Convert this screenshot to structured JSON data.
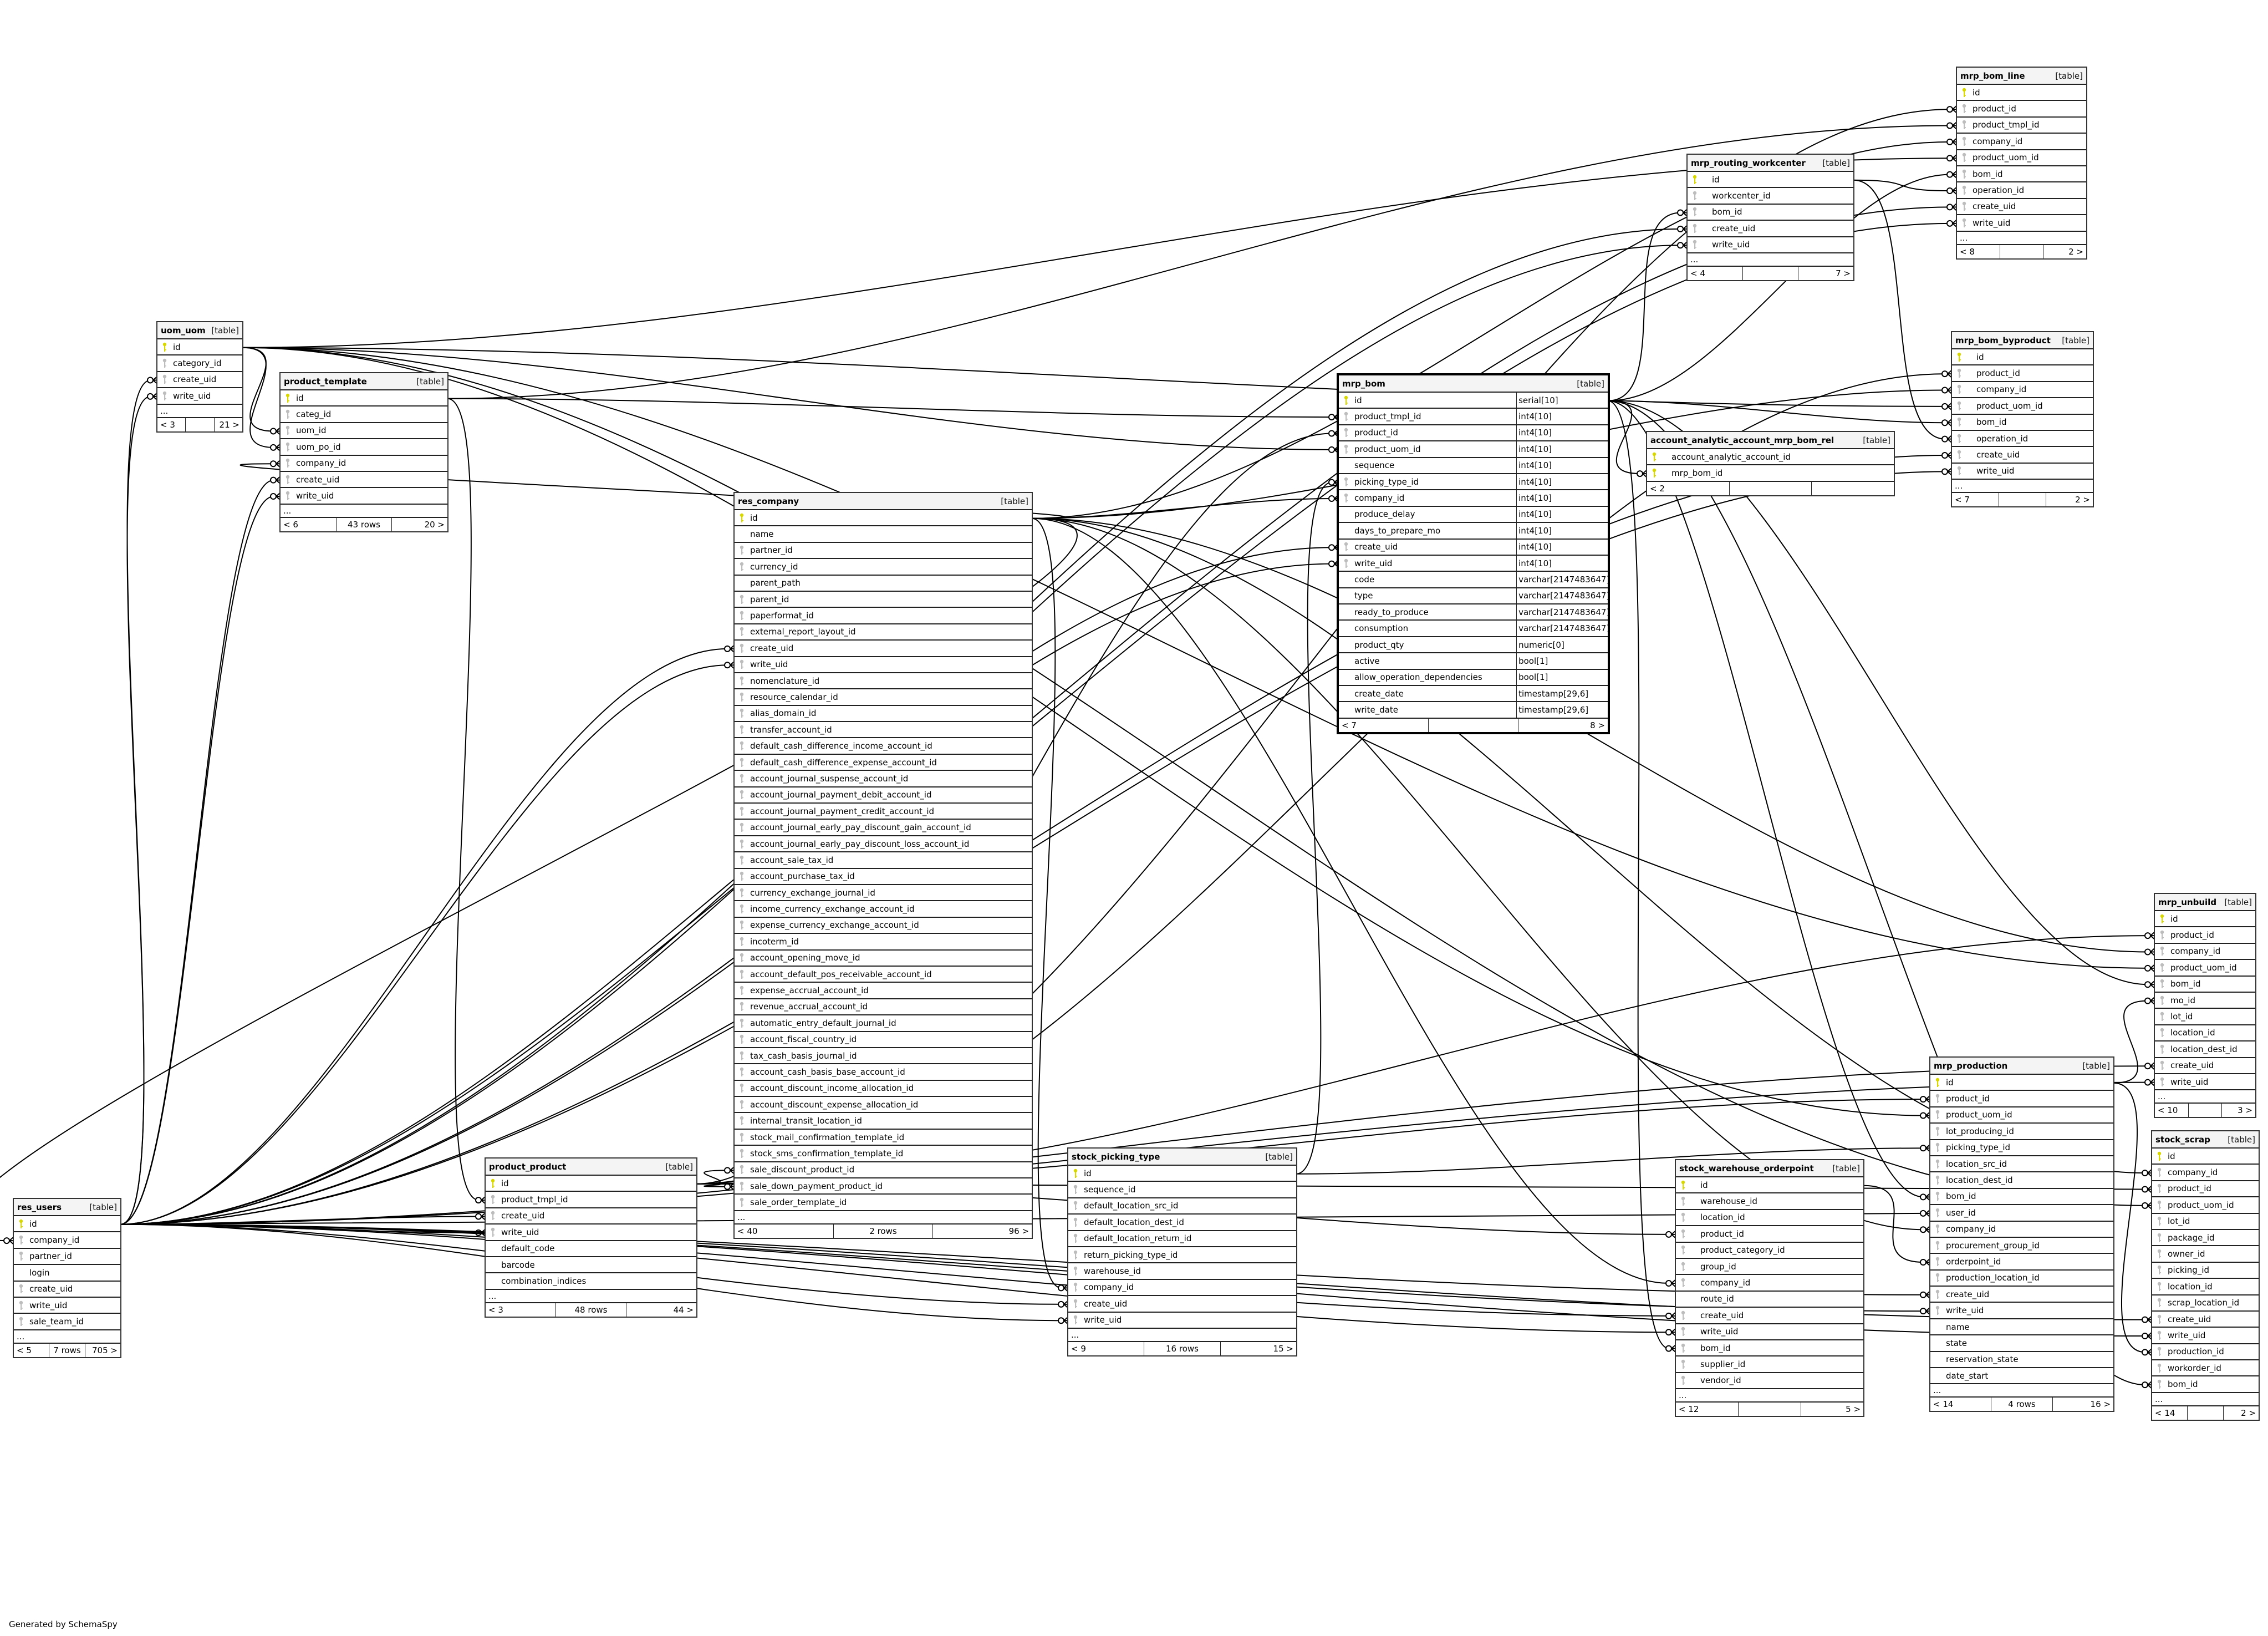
{
  "colors": {
    "pk_key": "#d8d800",
    "fk_key": "#bdbdbd",
    "header_bg": "#f4f4f4"
  },
  "generated_by": "Generated by SchemaSpy",
  "tables": {
    "uom_uom": {
      "name": "uom_uom",
      "kind": "[table]",
      "columns": [
        {
          "name": "id",
          "key": "pk"
        },
        {
          "name": "category_id",
          "key": "fk"
        },
        {
          "name": "create_uid",
          "key": "fk"
        },
        {
          "name": "write_uid",
          "key": "fk"
        }
      ],
      "more": "...",
      "footer": {
        "left": "< 3",
        "mid": "",
        "right": "21 >"
      }
    },
    "product_template": {
      "name": "product_template",
      "kind": "[table]",
      "columns": [
        {
          "name": "id",
          "key": "pk"
        },
        {
          "name": "categ_id",
          "key": "fk"
        },
        {
          "name": "uom_id",
          "key": "fk"
        },
        {
          "name": "uom_po_id",
          "key": "fk"
        },
        {
          "name": "company_id",
          "key": "fk"
        },
        {
          "name": "create_uid",
          "key": "fk"
        },
        {
          "name": "write_uid",
          "key": "fk"
        }
      ],
      "more": "...",
      "footer": {
        "left": "< 6",
        "mid": "43 rows",
        "right": "20 >"
      }
    },
    "res_users": {
      "name": "res_users",
      "kind": "[table]",
      "columns": [
        {
          "name": "id",
          "key": "pk"
        },
        {
          "name": "company_id",
          "key": "fk"
        },
        {
          "name": "partner_id",
          "key": "fk"
        },
        {
          "name": "login",
          "key": ""
        },
        {
          "name": "create_uid",
          "key": "fk"
        },
        {
          "name": "write_uid",
          "key": "fk"
        },
        {
          "name": "sale_team_id",
          "key": "fk"
        }
      ],
      "more": "...",
      "footer": {
        "left": "< 5",
        "mid": "7 rows",
        "right": "705 >"
      }
    },
    "product_product": {
      "name": "product_product",
      "kind": "[table]",
      "columns": [
        {
          "name": "id",
          "key": "pk"
        },
        {
          "name": "product_tmpl_id",
          "key": "fk"
        },
        {
          "name": "create_uid",
          "key": "fk"
        },
        {
          "name": "write_uid",
          "key": "fk"
        },
        {
          "name": "default_code",
          "key": ""
        },
        {
          "name": "barcode",
          "key": ""
        },
        {
          "name": "combination_indices",
          "key": ""
        }
      ],
      "more": "...",
      "footer": {
        "left": "< 3",
        "mid": "48 rows",
        "right": "44 >"
      }
    },
    "res_company": {
      "name": "res_company",
      "kind": "[table]",
      "columns": [
        {
          "name": "id",
          "key": "pk"
        },
        {
          "name": "name",
          "key": ""
        },
        {
          "name": "partner_id",
          "key": "fk"
        },
        {
          "name": "currency_id",
          "key": "fk"
        },
        {
          "name": "parent_path",
          "key": ""
        },
        {
          "name": "parent_id",
          "key": "fk"
        },
        {
          "name": "paperformat_id",
          "key": "fk"
        },
        {
          "name": "external_report_layout_id",
          "key": "fk"
        },
        {
          "name": "create_uid",
          "key": "fk"
        },
        {
          "name": "write_uid",
          "key": "fk"
        },
        {
          "name": "nomenclature_id",
          "key": "fk"
        },
        {
          "name": "resource_calendar_id",
          "key": "fk"
        },
        {
          "name": "alias_domain_id",
          "key": "fk"
        },
        {
          "name": "transfer_account_id",
          "key": "fk"
        },
        {
          "name": "default_cash_difference_income_account_id",
          "key": "fk"
        },
        {
          "name": "default_cash_difference_expense_account_id",
          "key": "fk"
        },
        {
          "name": "account_journal_suspense_account_id",
          "key": "fk"
        },
        {
          "name": "account_journal_payment_debit_account_id",
          "key": "fk"
        },
        {
          "name": "account_journal_payment_credit_account_id",
          "key": "fk"
        },
        {
          "name": "account_journal_early_pay_discount_gain_account_id",
          "key": "fk"
        },
        {
          "name": "account_journal_early_pay_discount_loss_account_id",
          "key": "fk"
        },
        {
          "name": "account_sale_tax_id",
          "key": "fk"
        },
        {
          "name": "account_purchase_tax_id",
          "key": "fk"
        },
        {
          "name": "currency_exchange_journal_id",
          "key": "fk"
        },
        {
          "name": "income_currency_exchange_account_id",
          "key": "fk"
        },
        {
          "name": "expense_currency_exchange_account_id",
          "key": "fk"
        },
        {
          "name": "incoterm_id",
          "key": "fk"
        },
        {
          "name": "account_opening_move_id",
          "key": "fk"
        },
        {
          "name": "account_default_pos_receivable_account_id",
          "key": "fk"
        },
        {
          "name": "expense_accrual_account_id",
          "key": "fk"
        },
        {
          "name": "revenue_accrual_account_id",
          "key": "fk"
        },
        {
          "name": "automatic_entry_default_journal_id",
          "key": "fk"
        },
        {
          "name": "account_fiscal_country_id",
          "key": "fk"
        },
        {
          "name": "tax_cash_basis_journal_id",
          "key": "fk"
        },
        {
          "name": "account_cash_basis_base_account_id",
          "key": "fk"
        },
        {
          "name": "account_discount_income_allocation_id",
          "key": "fk"
        },
        {
          "name": "account_discount_expense_allocation_id",
          "key": "fk"
        },
        {
          "name": "internal_transit_location_id",
          "key": "fk"
        },
        {
          "name": "stock_mail_confirmation_template_id",
          "key": "fk"
        },
        {
          "name": "stock_sms_confirmation_template_id",
          "key": "fk"
        },
        {
          "name": "sale_discount_product_id",
          "key": "fk"
        },
        {
          "name": "sale_down_payment_product_id",
          "key": "fk"
        },
        {
          "name": "sale_order_template_id",
          "key": "fk"
        }
      ],
      "more": "...",
      "footer": {
        "left": "< 40",
        "mid": "2 rows",
        "right": "96 >"
      }
    },
    "mrp_bom": {
      "name": "mrp_bom",
      "kind": "[table]",
      "focus": true,
      "columns": [
        {
          "name": "id",
          "key": "pk",
          "type": "serial[10]"
        },
        {
          "name": "product_tmpl_id",
          "key": "fk",
          "type": "int4[10]"
        },
        {
          "name": "product_id",
          "key": "fk",
          "type": "int4[10]"
        },
        {
          "name": "product_uom_id",
          "key": "fk",
          "type": "int4[10]"
        },
        {
          "name": "sequence",
          "key": "",
          "type": "int4[10]"
        },
        {
          "name": "picking_type_id",
          "key": "fk",
          "type": "int4[10]"
        },
        {
          "name": "company_id",
          "key": "fk",
          "type": "int4[10]"
        },
        {
          "name": "produce_delay",
          "key": "",
          "type": "int4[10]"
        },
        {
          "name": "days_to_prepare_mo",
          "key": "",
          "type": "int4[10]"
        },
        {
          "name": "create_uid",
          "key": "fk",
          "type": "int4[10]"
        },
        {
          "name": "write_uid",
          "key": "fk",
          "type": "int4[10]"
        },
        {
          "name": "code",
          "key": "",
          "type": "varchar[2147483647]"
        },
        {
          "name": "type",
          "key": "",
          "type": "varchar[2147483647]"
        },
        {
          "name": "ready_to_produce",
          "key": "",
          "type": "varchar[2147483647]"
        },
        {
          "name": "consumption",
          "key": "",
          "type": "varchar[2147483647]"
        },
        {
          "name": "product_qty",
          "key": "",
          "type": "numeric[0]"
        },
        {
          "name": "active",
          "key": "",
          "type": "bool[1]"
        },
        {
          "name": "allow_operation_dependencies",
          "key": "",
          "type": "bool[1]"
        },
        {
          "name": "create_date",
          "key": "",
          "type": "timestamp[29,6]"
        },
        {
          "name": "write_date",
          "key": "",
          "type": "timestamp[29,6]"
        }
      ],
      "footer": {
        "left": "< 7",
        "mid": "",
        "right": "8 >"
      }
    },
    "account_analytic_account_mrp_bom_rel": {
      "name": "account_analytic_account_mrp_bom_rel",
      "kind": "[table]",
      "indent": true,
      "columns": [
        {
          "name": "account_analytic_account_id",
          "key": "pk"
        },
        {
          "name": "mrp_bom_id",
          "key": "pk"
        }
      ],
      "footer": {
        "left": "< 2",
        "mid": "",
        "right": ""
      }
    },
    "mrp_routing_workcenter": {
      "name": "mrp_routing_workcenter",
      "kind": "[table]",
      "indent": true,
      "columns": [
        {
          "name": "id",
          "key": "pk"
        },
        {
          "name": "workcenter_id",
          "key": "fk"
        },
        {
          "name": "bom_id",
          "key": "fk"
        },
        {
          "name": "create_uid",
          "key": "fk"
        },
        {
          "name": "write_uid",
          "key": "fk"
        }
      ],
      "more": "...",
      "footer": {
        "left": "< 4",
        "mid": "",
        "right": "7 >"
      }
    },
    "mrp_bom_line": {
      "name": "mrp_bom_line",
      "kind": "[table]",
      "columns": [
        {
          "name": "id",
          "key": "pk"
        },
        {
          "name": "product_id",
          "key": "fk"
        },
        {
          "name": "product_tmpl_id",
          "key": "fk"
        },
        {
          "name": "company_id",
          "key": "fk"
        },
        {
          "name": "product_uom_id",
          "key": "fk"
        },
        {
          "name": "bom_id",
          "key": "fk"
        },
        {
          "name": "operation_id",
          "key": "fk"
        },
        {
          "name": "create_uid",
          "key": "fk"
        },
        {
          "name": "write_uid",
          "key": "fk"
        }
      ],
      "more": "...",
      "footer": {
        "left": "< 8",
        "mid": "",
        "right": "2 >"
      }
    },
    "mrp_bom_byproduct": {
      "name": "mrp_bom_byproduct",
      "kind": "[table]",
      "indent": true,
      "columns": [
        {
          "name": "id",
          "key": "pk"
        },
        {
          "name": "product_id",
          "key": "fk"
        },
        {
          "name": "company_id",
          "key": "fk"
        },
        {
          "name": "product_uom_id",
          "key": "fk"
        },
        {
          "name": "bom_id",
          "key": "fk"
        },
        {
          "name": "operation_id",
          "key": "fk"
        },
        {
          "name": "create_uid",
          "key": "fk"
        },
        {
          "name": "write_uid",
          "key": "fk"
        }
      ],
      "more": "...",
      "footer": {
        "left": "< 7",
        "mid": "",
        "right": "2 >"
      }
    },
    "mrp_unbuild": {
      "name": "mrp_unbuild",
      "kind": "[table]",
      "columns": [
        {
          "name": "id",
          "key": "pk"
        },
        {
          "name": "product_id",
          "key": "fk"
        },
        {
          "name": "company_id",
          "key": "fk"
        },
        {
          "name": "product_uom_id",
          "key": "fk"
        },
        {
          "name": "bom_id",
          "key": "fk"
        },
        {
          "name": "mo_id",
          "key": "fk"
        },
        {
          "name": "lot_id",
          "key": "fk"
        },
        {
          "name": "location_id",
          "key": "fk"
        },
        {
          "name": "location_dest_id",
          "key": "fk"
        },
        {
          "name": "create_uid",
          "key": "fk"
        },
        {
          "name": "write_uid",
          "key": "fk"
        }
      ],
      "more": "...",
      "footer": {
        "left": "< 10",
        "mid": "",
        "right": "3 >"
      }
    },
    "mrp_production": {
      "name": "mrp_production",
      "kind": "[table]",
      "columns": [
        {
          "name": "id",
          "key": "pk"
        },
        {
          "name": "product_id",
          "key": "fk"
        },
        {
          "name": "product_uom_id",
          "key": "fk"
        },
        {
          "name": "lot_producing_id",
          "key": "fk"
        },
        {
          "name": "picking_type_id",
          "key": "fk"
        },
        {
          "name": "location_src_id",
          "key": "fk"
        },
        {
          "name": "location_dest_id",
          "key": "fk"
        },
        {
          "name": "bom_id",
          "key": "fk"
        },
        {
          "name": "user_id",
          "key": "fk"
        },
        {
          "name": "company_id",
          "key": "fk"
        },
        {
          "name": "procurement_group_id",
          "key": "fk"
        },
        {
          "name": "orderpoint_id",
          "key": "fk"
        },
        {
          "name": "production_location_id",
          "key": "fk"
        },
        {
          "name": "create_uid",
          "key": "fk"
        },
        {
          "name": "write_uid",
          "key": "fk"
        },
        {
          "name": "name",
          "key": ""
        },
        {
          "name": "state",
          "key": ""
        },
        {
          "name": "reservation_state",
          "key": ""
        },
        {
          "name": "date_start",
          "key": ""
        }
      ],
      "more": "...",
      "footer": {
        "left": "< 14",
        "mid": "4 rows",
        "right": "16 >"
      }
    },
    "stock_scrap": {
      "name": "stock_scrap",
      "kind": "[table]",
      "columns": [
        {
          "name": "id",
          "key": "pk"
        },
        {
          "name": "company_id",
          "key": "fk"
        },
        {
          "name": "product_id",
          "key": "fk"
        },
        {
          "name": "product_uom_id",
          "key": "fk"
        },
        {
          "name": "lot_id",
          "key": "fk"
        },
        {
          "name": "package_id",
          "key": "fk"
        },
        {
          "name": "owner_id",
          "key": "fk"
        },
        {
          "name": "picking_id",
          "key": "fk"
        },
        {
          "name": "location_id",
          "key": "fk"
        },
        {
          "name": "scrap_location_id",
          "key": "fk"
        },
        {
          "name": "create_uid",
          "key": "fk"
        },
        {
          "name": "write_uid",
          "key": "fk"
        },
        {
          "name": "production_id",
          "key": "fk"
        },
        {
          "name": "workorder_id",
          "key": "fk"
        },
        {
          "name": "bom_id",
          "key": "fk"
        }
      ],
      "more": "...",
      "footer": {
        "left": "< 14",
        "mid": "",
        "right": "2 >"
      }
    },
    "stock_picking_type": {
      "name": "stock_picking_type",
      "kind": "[table]",
      "columns": [
        {
          "name": "id",
          "key": "pk"
        },
        {
          "name": "sequence_id",
          "key": "fk"
        },
        {
          "name": "default_location_src_id",
          "key": "fk"
        },
        {
          "name": "default_location_dest_id",
          "key": "fk"
        },
        {
          "name": "default_location_return_id",
          "key": "fk"
        },
        {
          "name": "return_picking_type_id",
          "key": "fk"
        },
        {
          "name": "warehouse_id",
          "key": "fk"
        },
        {
          "name": "company_id",
          "key": "fk"
        },
        {
          "name": "create_uid",
          "key": "fk"
        },
        {
          "name": "write_uid",
          "key": "fk"
        }
      ],
      "more": "...",
      "footer": {
        "left": "< 9",
        "mid": "16 rows",
        "right": "15 >"
      }
    },
    "stock_warehouse_orderpoint": {
      "name": "stock_warehouse_orderpoint",
      "kind": "[table]",
      "indent": true,
      "columns": [
        {
          "name": "id",
          "key": "pk"
        },
        {
          "name": "warehouse_id",
          "key": "fk"
        },
        {
          "name": "location_id",
          "key": "fk"
        },
        {
          "name": "product_id",
          "key": "fk"
        },
        {
          "name": "product_category_id",
          "key": "fk"
        },
        {
          "name": "group_id",
          "key": "fk"
        },
        {
          "name": "company_id",
          "key": "fk"
        },
        {
          "name": "route_id",
          "key": ""
        },
        {
          "name": "create_uid",
          "key": "fk"
        },
        {
          "name": "write_uid",
          "key": "fk"
        },
        {
          "name": "bom_id",
          "key": "fk"
        },
        {
          "name": "supplier_id",
          "key": "fk"
        },
        {
          "name": "vendor_id",
          "key": "fk"
        }
      ],
      "more": "...",
      "footer": {
        "left": "< 12",
        "mid": "",
        "right": "5 >"
      }
    }
  }
}
